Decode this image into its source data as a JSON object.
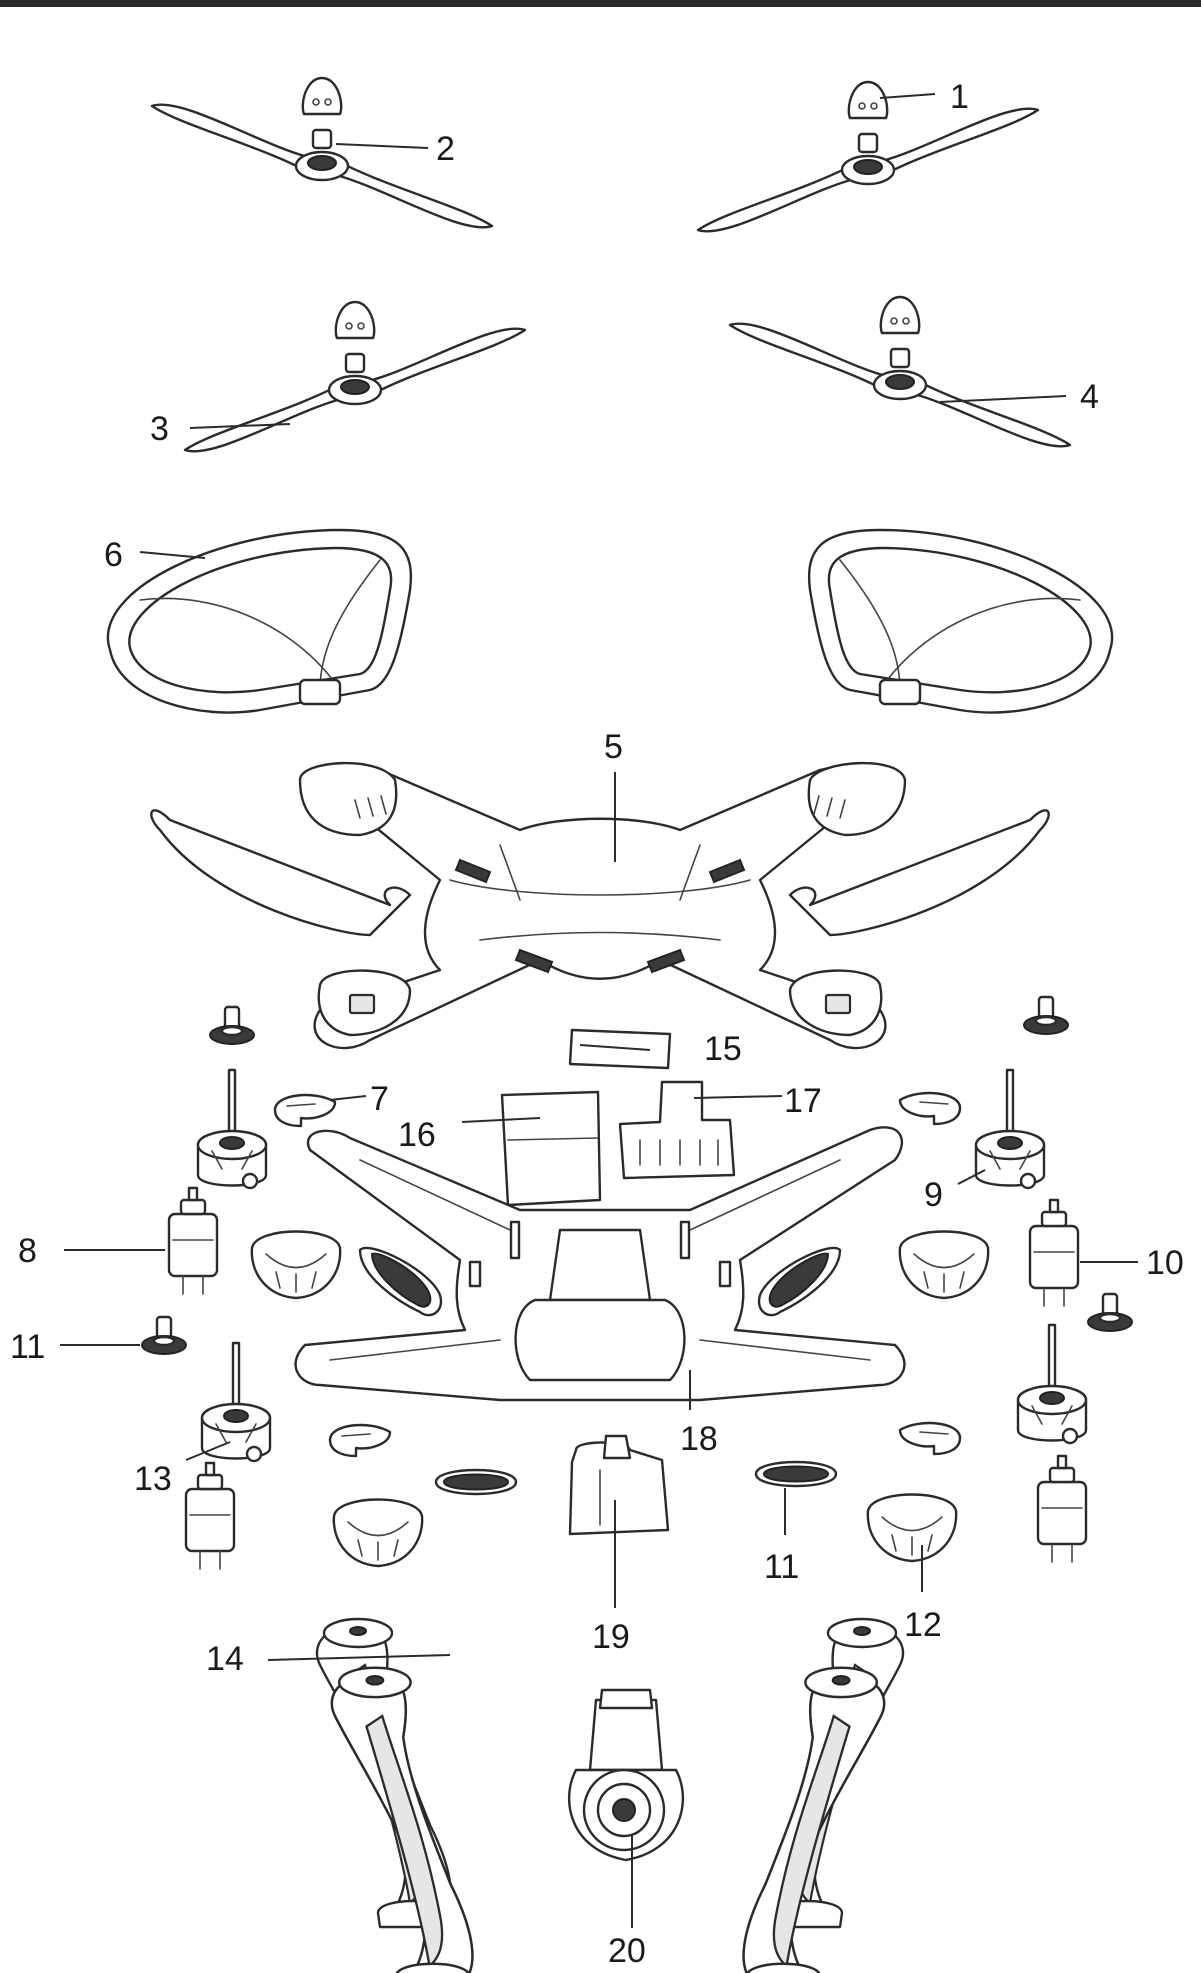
{
  "diagram": {
    "callouts": [
      {
        "id": "1",
        "label": "1"
      },
      {
        "id": "2",
        "label": "2"
      },
      {
        "id": "3",
        "label": "3"
      },
      {
        "id": "4",
        "label": "4"
      },
      {
        "id": "5",
        "label": "5"
      },
      {
        "id": "6",
        "label": "6"
      },
      {
        "id": "7",
        "label": "7"
      },
      {
        "id": "8",
        "label": "8"
      },
      {
        "id": "9",
        "label": "9"
      },
      {
        "id": "10",
        "label": "10"
      },
      {
        "id": "11a",
        "label": "11"
      },
      {
        "id": "11b",
        "label": "11"
      },
      {
        "id": "12",
        "label": "12"
      },
      {
        "id": "13",
        "label": "13"
      },
      {
        "id": "14",
        "label": "14"
      },
      {
        "id": "15",
        "label": "15"
      },
      {
        "id": "16",
        "label": "16"
      },
      {
        "id": "17",
        "label": "17"
      },
      {
        "id": "18",
        "label": "18"
      },
      {
        "id": "19",
        "label": "19"
      },
      {
        "id": "20",
        "label": "20"
      }
    ]
  }
}
